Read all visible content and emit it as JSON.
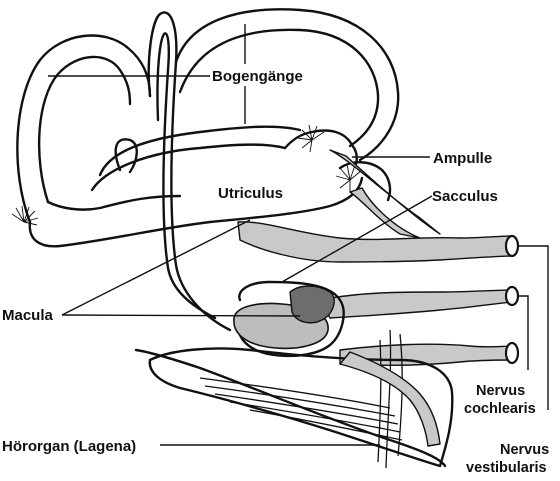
{
  "labels": {
    "bogengaenge": "Bogengänge",
    "ampulle": "Ampulle",
    "utriculus": "Utriculus",
    "sacculus": "Sacculus",
    "macula": "Macula",
    "hoerorgan": "Hörorgan (Lagena)",
    "nervus_cochlearis_1": "Nervus",
    "nervus_cochlearis_2": "cochlearis",
    "nervus_vestibularis_1": "Nervus",
    "nervus_vestibularis_2": "vestibularis"
  },
  "colors": {
    "line": "#111111",
    "nerve_fill": "#c9c9c9",
    "macula_fill": "#bdbdbd",
    "dark_fill": "#6d6d6d",
    "background": "#ffffff"
  }
}
